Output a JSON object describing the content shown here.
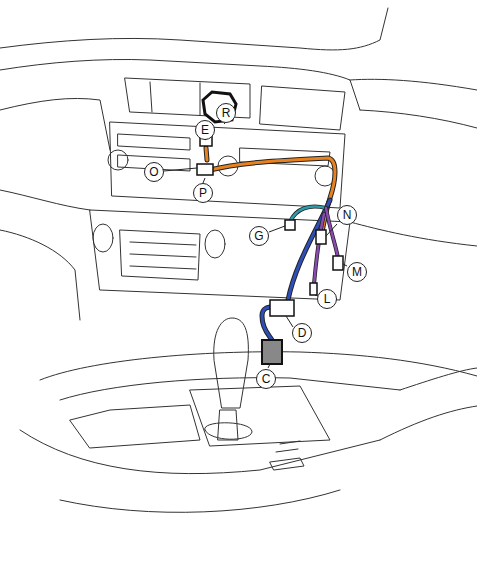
{
  "diagram": {
    "labels": [
      "R",
      "E",
      "O",
      "P",
      "G",
      "N",
      "M",
      "L",
      "D",
      "C"
    ]
  }
}
